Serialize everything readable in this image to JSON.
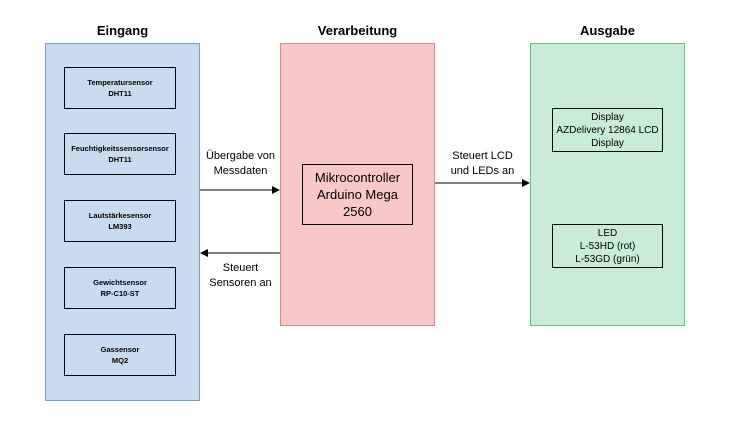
{
  "columns": {
    "input": "Eingang",
    "processing": "Verarbeitung",
    "output": "Ausgabe"
  },
  "sensors": [
    {
      "name": "Temperatursensor",
      "model": "DHT11"
    },
    {
      "name": "Feuchtigkeitssensorsensor",
      "model": "DHT11"
    },
    {
      "name": "Lautstärkesensor",
      "model": "LM393"
    },
    {
      "name": "Gewichtsensor",
      "model": "RP-C10-ST"
    },
    {
      "name": "Gassensor",
      "model": "MQ2"
    }
  ],
  "processor": {
    "line1": "Mikrocontroller",
    "line2": "Arduino Mega",
    "line3": "2560"
  },
  "outputs": [
    {
      "line1": "Display",
      "line2": "AZDelivery 12864 LCD",
      "line3": "Display"
    },
    {
      "line1": "LED",
      "line2": "L-53HD (rot)",
      "line3": "L-53GD (grün)"
    }
  ],
  "arrows": {
    "to_processor": {
      "line1": "Übergabe von",
      "line2": "Messdaten"
    },
    "to_sensors": {
      "line1": "Steuert",
      "line2": "Sensoren an"
    },
    "to_output": {
      "line1": "Steuert LCD",
      "line2": "und LEDs an"
    }
  },
  "colors": {
    "input_panel": "#c9dcef",
    "processing_panel": "#f8c8c8",
    "output_panel": "#c8ecd4"
  }
}
